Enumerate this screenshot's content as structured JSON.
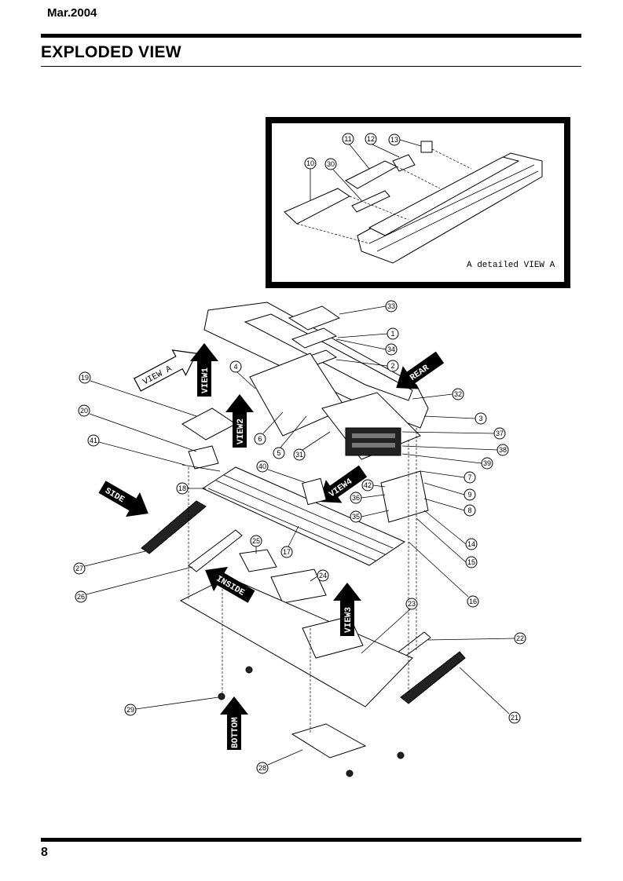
{
  "header": {
    "date": "Mar.2004"
  },
  "section_title": "EXPLODED VIEW",
  "page_number": "8",
  "inset": {
    "caption": "A detailed VIEW A",
    "callouts": [
      "10",
      "11",
      "12",
      "13",
      "30"
    ]
  },
  "view_arrows": {
    "view_a": "VIEW A",
    "view1": "VIEW1",
    "view2": "VIEW2",
    "view3": "VIEW3",
    "view4": "VIEW4",
    "rear": "REAR",
    "side": "SIDE",
    "inside": "INSIDE",
    "bottom": "BOTTOM"
  },
  "callouts": [
    "1",
    "2",
    "3",
    "4",
    "5",
    "6",
    "7",
    "8",
    "9",
    "14",
    "15",
    "16",
    "17",
    "18",
    "19",
    "20",
    "21",
    "22",
    "23",
    "24",
    "25",
    "26",
    "27",
    "28",
    "29",
    "31",
    "32",
    "33",
    "34",
    "35",
    "36",
    "37",
    "38",
    "39",
    "40",
    "41",
    "42"
  ]
}
